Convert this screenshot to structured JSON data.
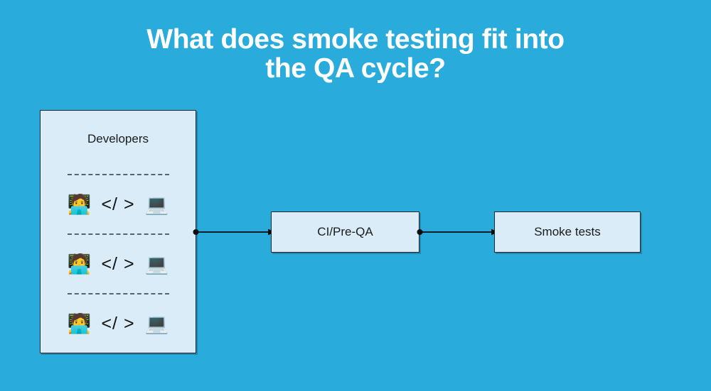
{
  "theme": {
    "background_color": "#29abdb",
    "box_fill_color": "#d9ecf7",
    "box_border_color": "#1c2833",
    "title_color": "#ffffff",
    "text_color": "#1b1b1b",
    "divider_color": "#55646e",
    "connector_color": "#0d0d0d"
  },
  "title": {
    "line1": "What does smoke testing fit into",
    "line2": "the QA cycle?"
  },
  "diagram": {
    "type": "flow",
    "nodes": [
      {
        "id": "developers",
        "label": "Developers"
      },
      {
        "id": "ci-pre-qa",
        "label": "CI/Pre-QA"
      },
      {
        "id": "smoke-tests",
        "label": "Smoke tests"
      }
    ],
    "edges": [
      {
        "from": "developers",
        "to": "ci-pre-qa"
      },
      {
        "from": "ci-pre-qa",
        "to": "smoke-tests"
      }
    ],
    "developers": {
      "label": "Developers",
      "rows": [
        {
          "person": "🧑‍💻",
          "code": "</ >",
          "device": "💻"
        },
        {
          "person": "🧑‍💻",
          "code": "</ >",
          "device": "💻"
        },
        {
          "person": "🧑‍💻",
          "code": "</ >",
          "device": "💻"
        }
      ]
    },
    "ci_pre_qa": {
      "label": "CI/Pre-QA"
    },
    "smoke_tests": {
      "label": "Smoke tests"
    }
  }
}
